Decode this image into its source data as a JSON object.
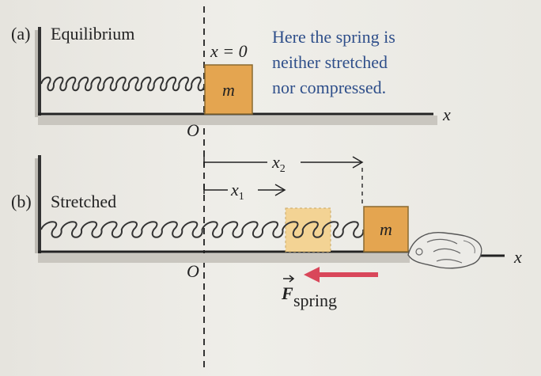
{
  "panel_a": {
    "tag": "(a)",
    "title": "Equilibrium",
    "eq": "x = 0",
    "note": [
      "Here the spring is",
      "neither stretched",
      "nor compressed."
    ],
    "mass": "m",
    "origin": "O",
    "axis": "x"
  },
  "panel_b": {
    "tag": "(b)",
    "title": "Stretched",
    "x1_sym": "x",
    "x1_sub": "1",
    "x2_sym": "x",
    "x2_sub": "2",
    "mass": "m",
    "origin": "O",
    "axis": "x",
    "force_sym": "F",
    "force_sub": "spring"
  },
  "colors": {
    "block": "#e4a550",
    "ghost": "#f3d394",
    "arrow": "#d9475a",
    "spring": "#333333",
    "note": "#2f4f8a"
  },
  "icons": [
    "hand-icon"
  ]
}
